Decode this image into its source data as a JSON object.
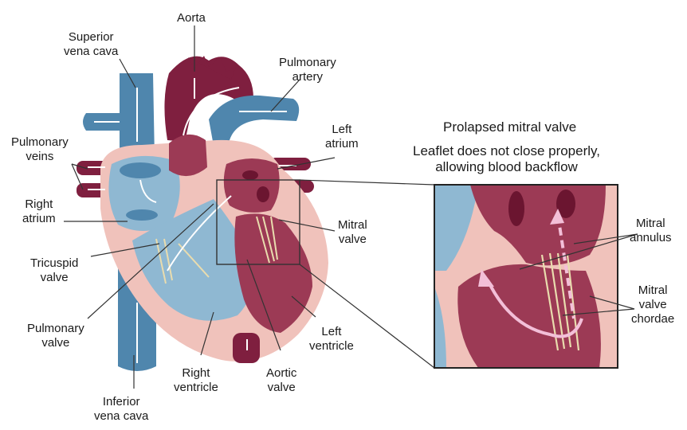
{
  "labels": {
    "aorta": "Aorta",
    "superior_vena_cava": [
      "Superior",
      "vena cava"
    ],
    "pulmonary_artery": [
      "Pulmonary",
      "artery"
    ],
    "pulmonary_veins": [
      "Pulmonary",
      "veins"
    ],
    "left_atrium": [
      "Left",
      "atrium"
    ],
    "right_atrium": [
      "Right",
      "atrium"
    ],
    "mitral_valve": [
      "Mitral",
      "valve"
    ],
    "tricuspid_valve": [
      "Tricuspid",
      "valve"
    ],
    "pulmonary_valve": [
      "Pulmonary",
      "valve"
    ],
    "left_ventricle": [
      "Left",
      "ventricle"
    ],
    "right_ventricle": [
      "Right",
      "ventricle"
    ],
    "aortic_valve": [
      "Aortic",
      "valve"
    ],
    "inferior_vena_cava": [
      "Inferior",
      "vena cava"
    ],
    "mitral_annulus": [
      "Mitral",
      "annulus"
    ],
    "mitral_valve_chordae": [
      "Mitral",
      "valve",
      "chordae"
    ]
  },
  "inset": {
    "title": "Prolapsed mitral valve",
    "subtitle": [
      "Leaflet does not close properly,",
      "allowing blood backflow"
    ]
  },
  "colors": {
    "blue_vessel": "#4f86ad",
    "blue_light": "#8fb8d2",
    "red_vessel": "#7f1f3f",
    "red_chamber": "#9c3a55",
    "pink_wall": "#f0c2bb",
    "chordae": "#e9dcae",
    "arrow": "#ffffff",
    "backflow_arrow": "#f3bfd8"
  }
}
